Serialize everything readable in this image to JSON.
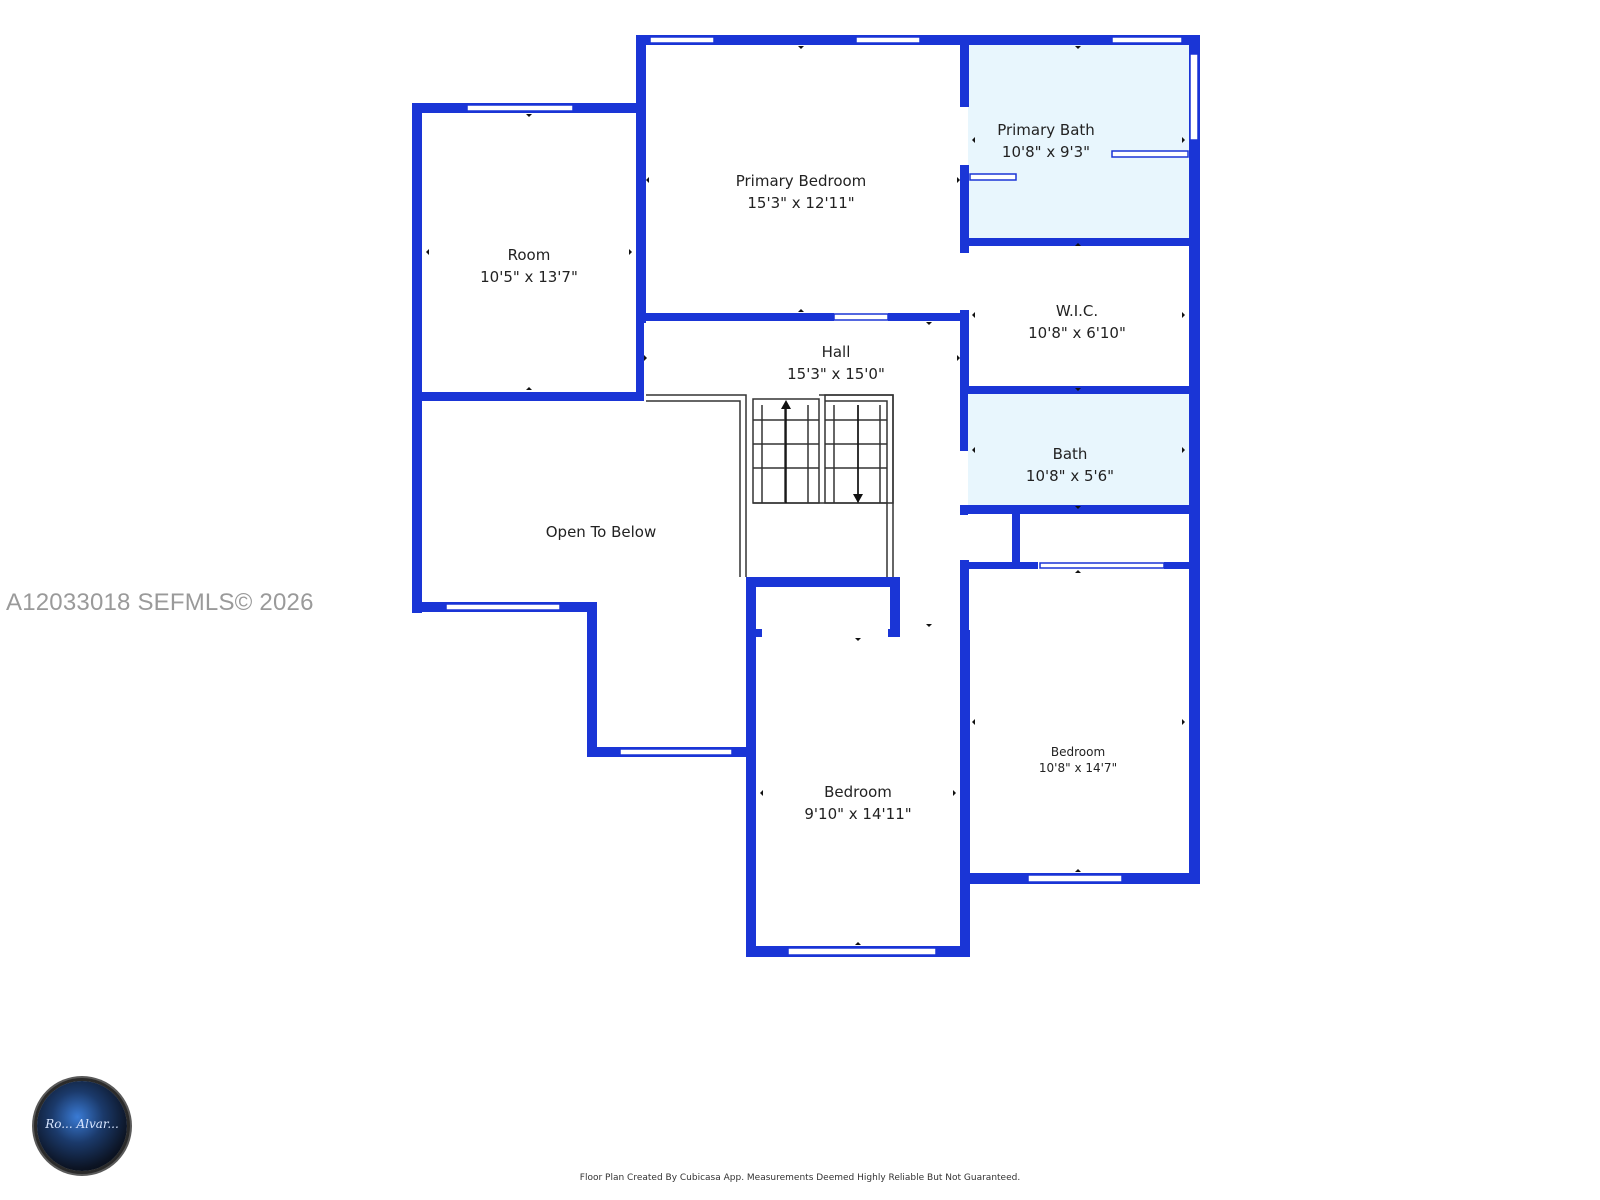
{
  "rooms": {
    "room": {
      "name": "Room",
      "size": "10'5\" x 13'7\""
    },
    "primary_bedroom": {
      "name": "Primary Bedroom",
      "size": "15'3\" x 12'11\""
    },
    "primary_bath": {
      "name": "Primary Bath",
      "size": "10'8\" x 9'3\""
    },
    "wic": {
      "name": "W.I.C.",
      "size": "10'8\" x 6'10\""
    },
    "hall": {
      "name": "Hall",
      "size": "15'3\" x 15'0\""
    },
    "bath": {
      "name": "Bath",
      "size": "10'8\" x 5'6\""
    },
    "open_to_below": {
      "name": "Open To Below"
    },
    "bedroom_center": {
      "name": "Bedroom",
      "size": "9'10\" x 14'11\""
    },
    "bedroom_right": {
      "name": "Bedroom",
      "size": "10'8\" x 14'7\""
    }
  },
  "watermark": "A12033018  SEFMLS© 2026",
  "footer_note": "Floor Plan Created By Cubicasa App. Measurements Deemed Highly Reliable But Not Guaranteed.",
  "logo_text": "Ro... Alvar...",
  "colors": {
    "wall": "#1a35d6",
    "bath_fill": "#e8f6fd",
    "window": "#ffffff",
    "stair": "#333333"
  }
}
